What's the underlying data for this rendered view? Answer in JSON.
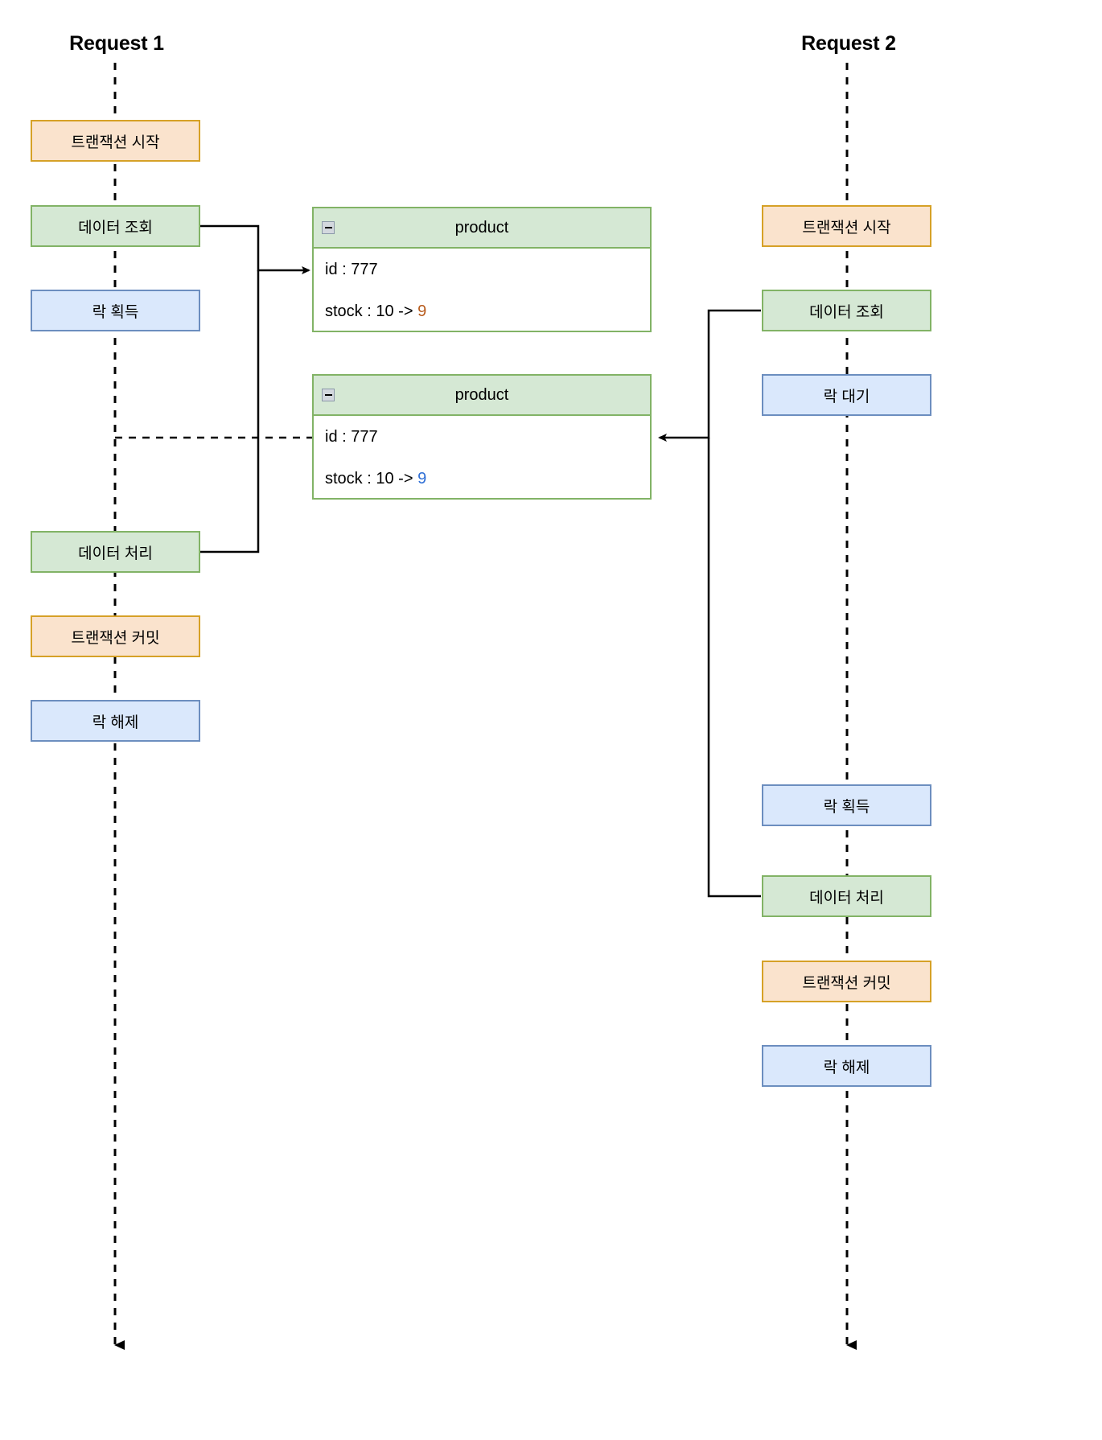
{
  "diagram": {
    "title_hidden": "",
    "lanes": [
      {
        "id": "request-1",
        "label": "Request 1"
      },
      {
        "id": "request-2",
        "label": "Request 2"
      }
    ],
    "colors": {
      "orange_fill": "#fae3cd",
      "orange_stroke": "#d6a127",
      "green_fill": "#d5e8d4",
      "green_stroke": "#82b366",
      "blue_fill": "#dae8fc",
      "blue_stroke": "#6c8ebf",
      "value_changed_orange": "#b85c1e",
      "value_changed_blue": "#2f6fd6",
      "line": "#000000"
    },
    "request1_steps": [
      {
        "label": "트랜잭션 시작",
        "kind": "orange"
      },
      {
        "label": "데이터 조회",
        "kind": "green"
      },
      {
        "label": "락 획득",
        "kind": "blue"
      },
      {
        "label": "데이터 처리",
        "kind": "green"
      },
      {
        "label": "트랜잭션 커밋",
        "kind": "orange"
      },
      {
        "label": "락 해제",
        "kind": "blue"
      }
    ],
    "request2_steps": [
      {
        "label": "트랜잭션 시작",
        "kind": "orange"
      },
      {
        "label": "데이터 조회",
        "kind": "green"
      },
      {
        "label": "락 대기",
        "kind": "blue"
      },
      {
        "label": "락 획득",
        "kind": "blue"
      },
      {
        "label": "데이터 처리",
        "kind": "green"
      },
      {
        "label": "트랜잭션 커밋",
        "kind": "orange"
      },
      {
        "label": "락 해제",
        "kind": "blue"
      }
    ],
    "entities": [
      {
        "id": "product-top",
        "title": "product",
        "collapse_icon": "collapse-minus-icon",
        "rows": [
          {
            "label": "id : 777",
            "prefix": "id : 777",
            "value": "",
            "value_color": ""
          },
          {
            "label": "stock : 10 -> 9",
            "prefix": "stock : 10 -> ",
            "value": "9",
            "value_color": "#b85c1e"
          }
        ]
      },
      {
        "id": "product-bottom",
        "title": "product",
        "collapse_icon": "collapse-minus-icon",
        "rows": [
          {
            "label": "id : 777",
            "prefix": "id : 777",
            "value": "",
            "value_color": ""
          },
          {
            "label": "stock : 10 -> 9",
            "prefix": "stock : 10 -> ",
            "value": "9",
            "value_color": "#2f6fd6"
          }
        ]
      }
    ]
  }
}
